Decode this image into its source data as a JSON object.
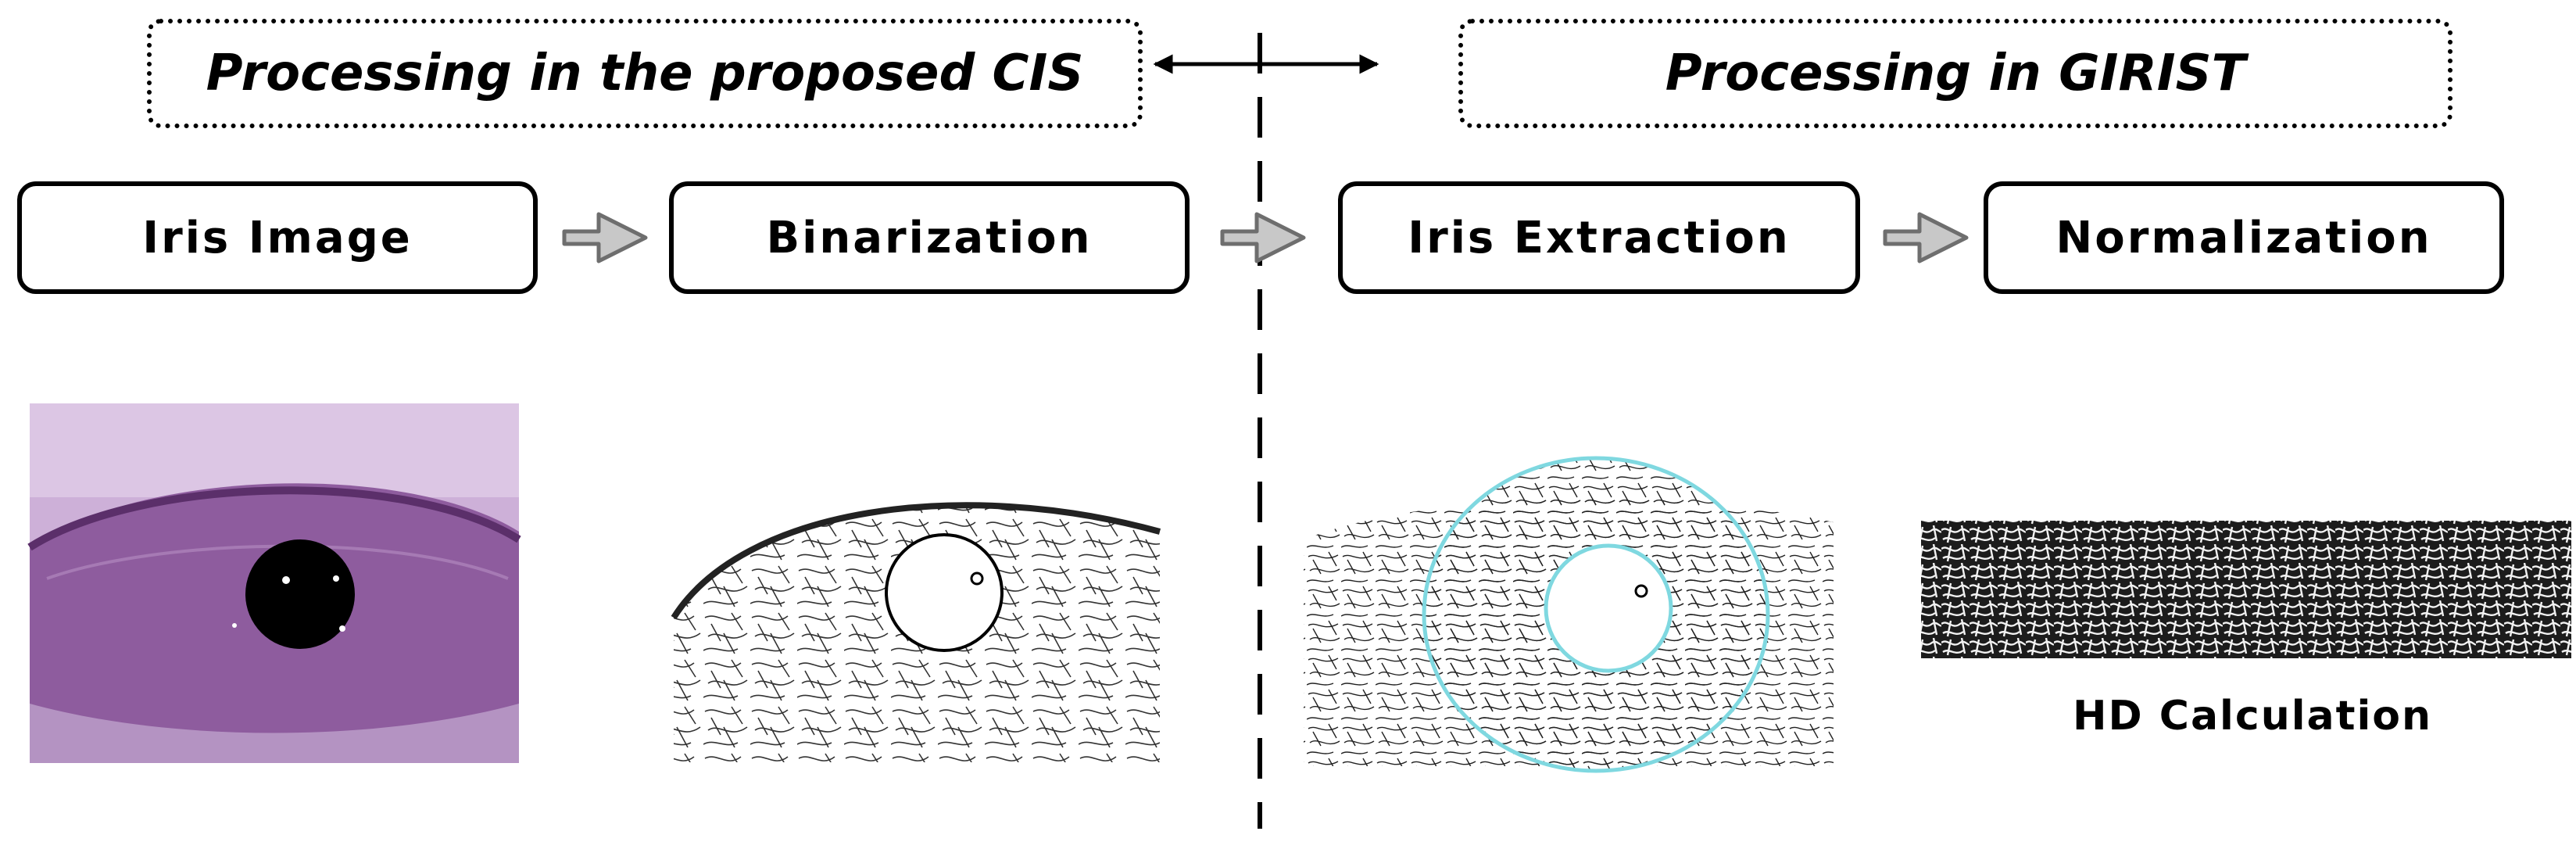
{
  "sections": {
    "left_title": "Processing in the proposed CIS",
    "right_title": "Processing in GIRIST"
  },
  "steps": [
    {
      "label": "Iris Image"
    },
    {
      "label": "Binarization"
    },
    {
      "label": "Iris Extraction"
    },
    {
      "label": "Normalization"
    }
  ],
  "captions": {
    "normalization_output": "HD Calculation"
  },
  "colors": {
    "arrow_fill": "#c8c8c8",
    "arrow_stroke": "#6e6e6e",
    "iris_skin": "#cdb0d8",
    "iris_eye": "#8e5c9e",
    "extraction_circle": "#7fd8e0"
  },
  "icons": {
    "step_arrow": "hollow-right-arrow-icon",
    "boundary_arrow": "double-headed-arrow-icon"
  }
}
